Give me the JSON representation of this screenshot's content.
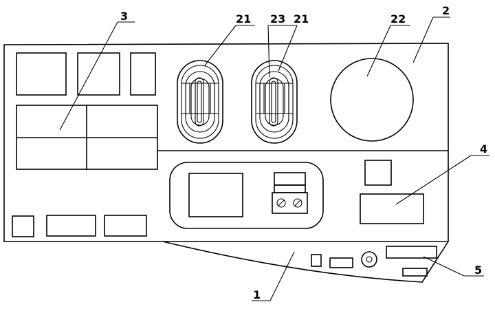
{
  "labels": {
    "housing": "1",
    "panel": "2",
    "module_group": "3",
    "control_unit": "4",
    "port_strip": "5",
    "coil_left": "21",
    "coil_right": "21",
    "round_window": "22",
    "core": "23"
  }
}
